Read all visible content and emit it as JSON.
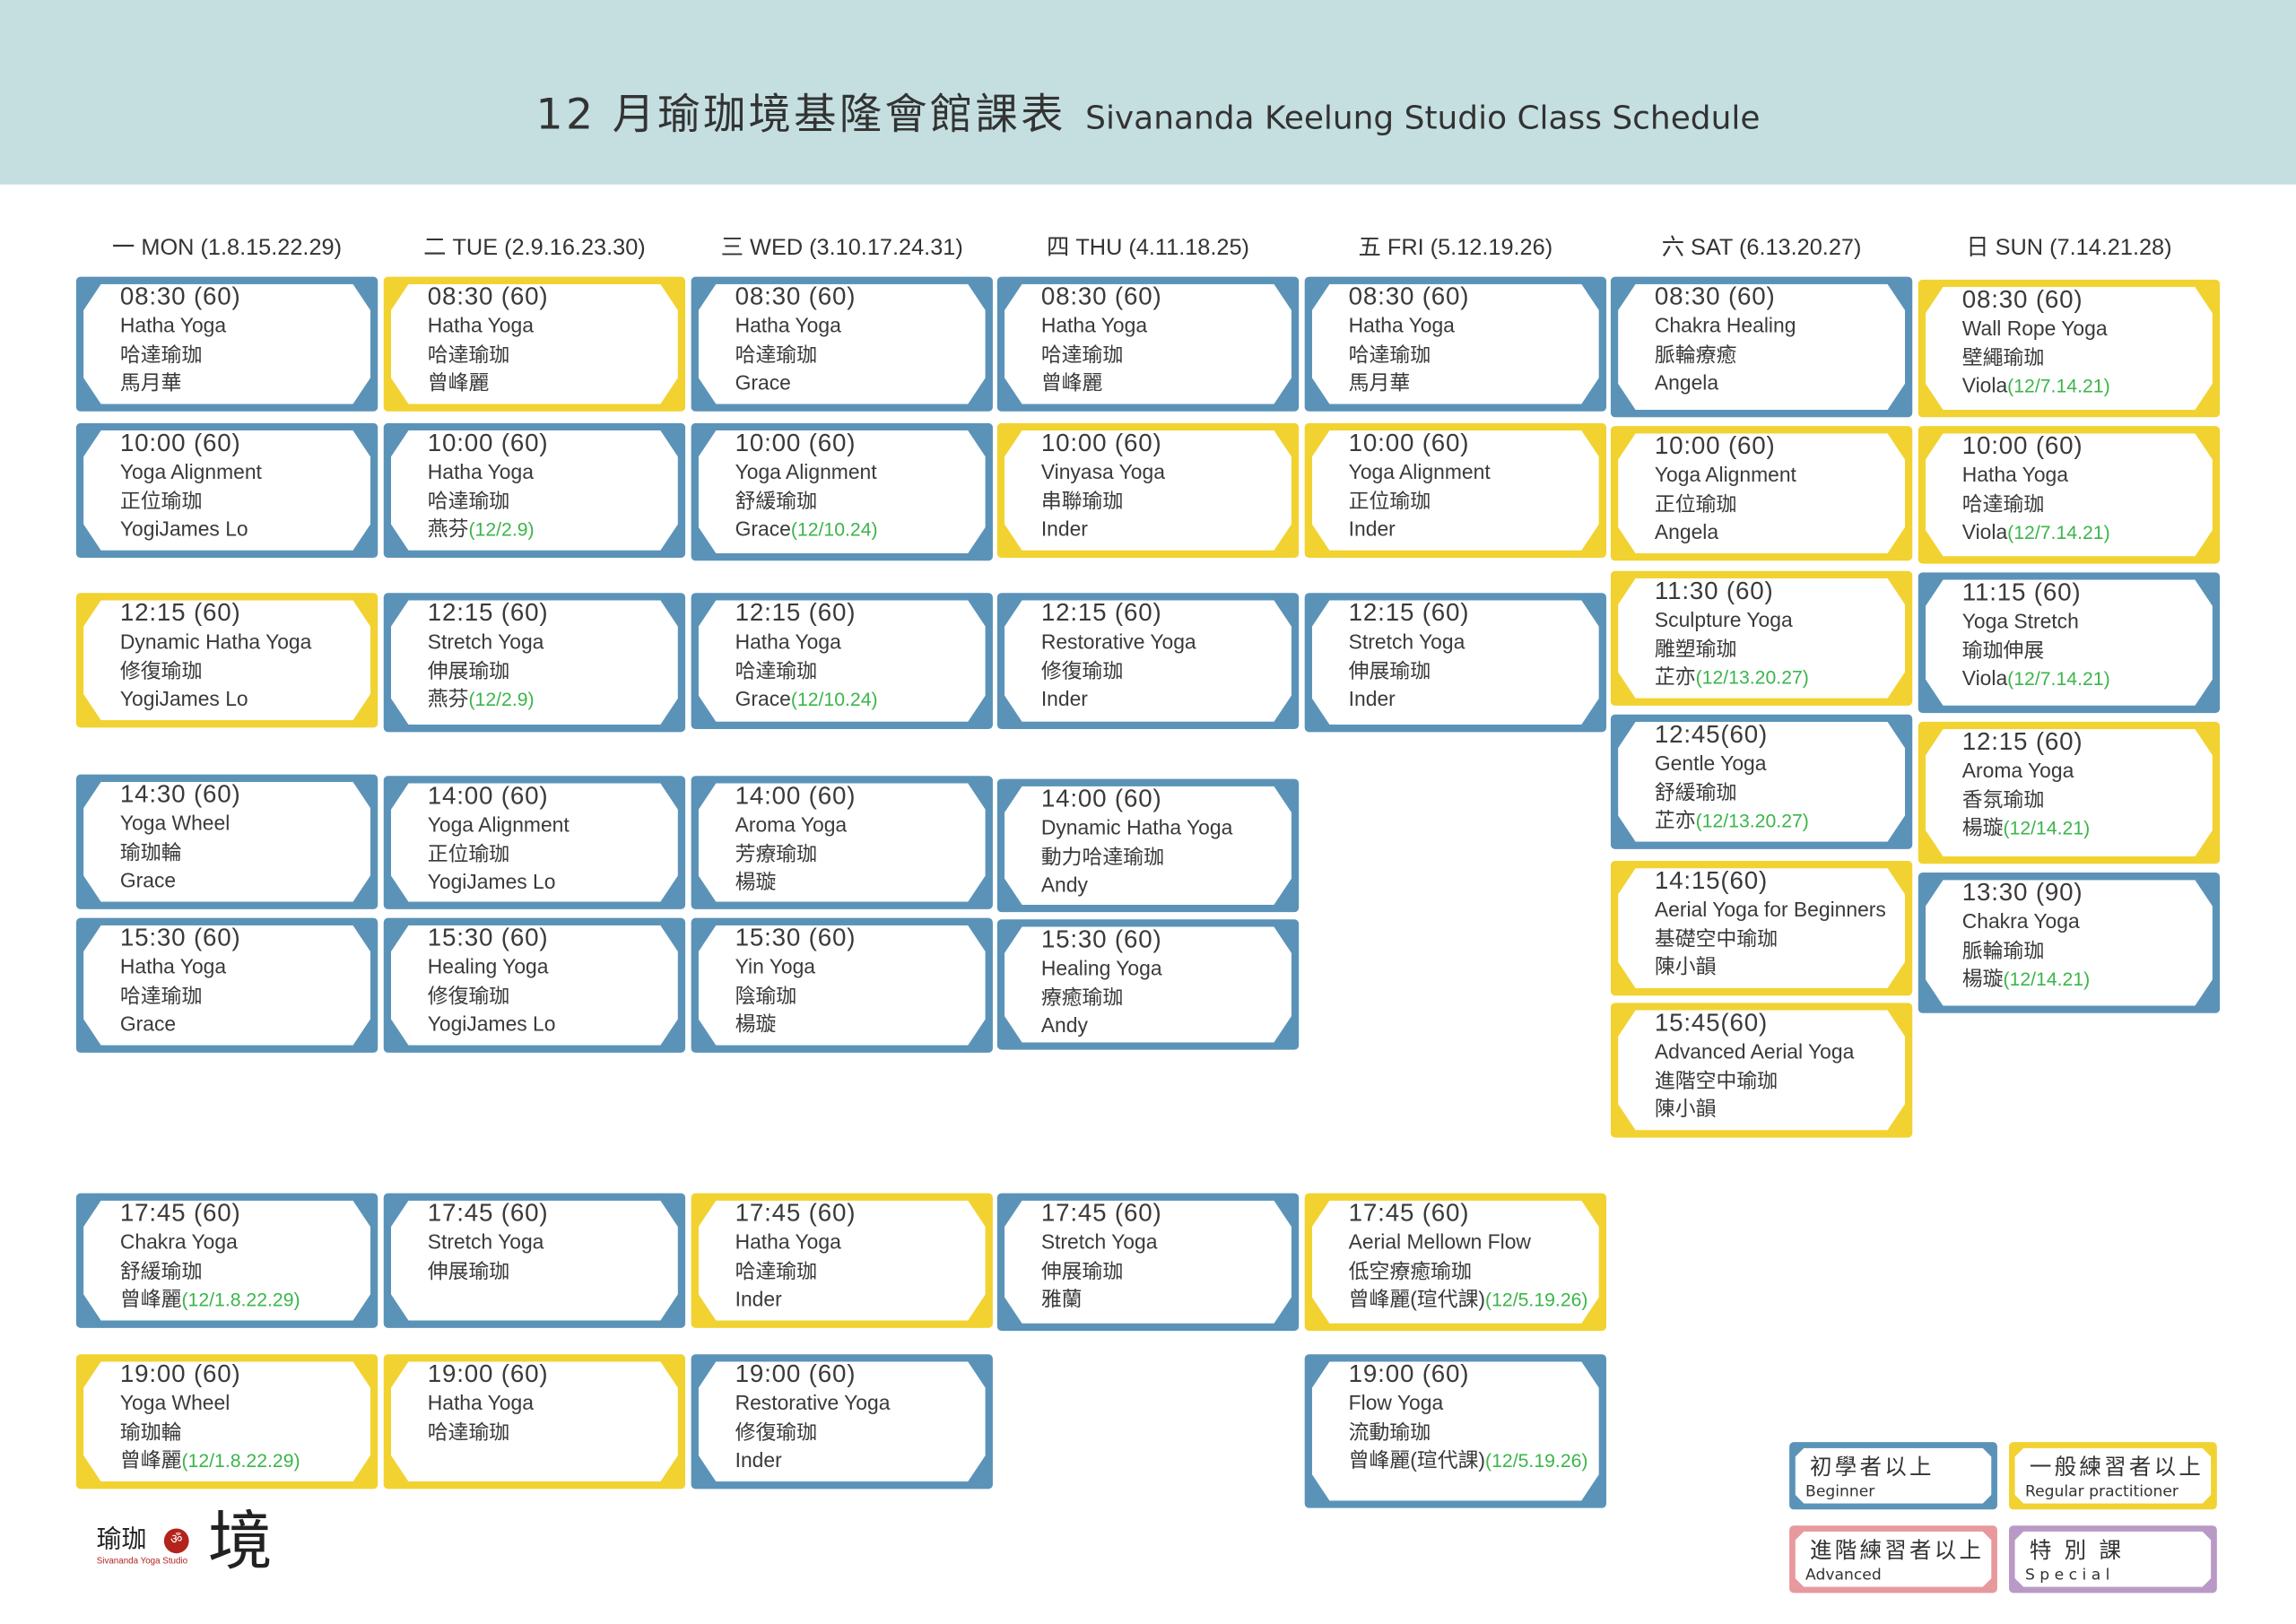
{
  "title": {
    "zh": "12 月瑜珈境基隆會館課表",
    "en": "Sivananda Keelung Studio Class Schedule"
  },
  "colors": {
    "beginner": "#5b93b8",
    "regular": "#f2d230",
    "advanced": "#e8999e",
    "special": "#b99ac6",
    "header_band": "#c5dfe1",
    "note": "#3cb54a"
  },
  "days": [
    {
      "label": "一 MON (1.8.15.22.29)",
      "classes": [
        {
          "level": "beginner",
          "time": "08:30 (60)",
          "en": "Hatha Yoga",
          "zh": "哈達瑜珈",
          "teacher": "馬月華",
          "note": ""
        },
        {
          "level": "beginner",
          "time": "10:00 (60)",
          "en": "Yoga Alignment",
          "zh": "正位瑜珈",
          "teacher": "YogiJames Lo",
          "note": ""
        },
        {
          "level": "regular",
          "time": "12:15 (60)",
          "en": "Dynamic Hatha Yoga",
          "zh": "修復瑜珈",
          "teacher": "YogiJames Lo",
          "note": ""
        },
        {
          "level": "beginner",
          "time": "14:30 (60)",
          "en": "Yoga Wheel",
          "zh": "瑜珈輪",
          "teacher": "Grace",
          "note": ""
        },
        {
          "level": "beginner",
          "time": "15:30 (60)",
          "en": "Hatha Yoga",
          "zh": "哈達瑜珈",
          "teacher": "Grace",
          "note": ""
        },
        {
          "level": "beginner",
          "time": "17:45 (60)",
          "en": "Chakra Yoga",
          "zh": "舒緩瑜珈",
          "teacher": "曾峰麗",
          "note": "(12/1.8.22.29)"
        },
        {
          "level": "regular",
          "time": "19:00 (60)",
          "en": "Yoga Wheel",
          "zh": "瑜珈輪",
          "teacher": "曾峰麗",
          "note": "(12/1.8.22.29)"
        }
      ]
    },
    {
      "label": "二 TUE (2.9.16.23.30)",
      "classes": [
        {
          "level": "regular",
          "time": "08:30 (60)",
          "en": "Hatha Yoga",
          "zh": "哈達瑜珈",
          "teacher": "曾峰麗",
          "note": ""
        },
        {
          "level": "beginner",
          "time": "10:00 (60)",
          "en": "Hatha Yoga",
          "zh": "哈達瑜珈",
          "teacher": "燕芬",
          "note": "(12/2.9)"
        },
        {
          "level": "beginner",
          "time": "12:15 (60)",
          "en": "Stretch  Yoga",
          "zh": "伸展瑜珈",
          "teacher": "燕芬",
          "note": "(12/2.9)"
        },
        {
          "level": "beginner",
          "time": "14:00 (60)",
          "en": "Yoga Alignment",
          "zh": "正位瑜珈",
          "teacher": "YogiJames Lo",
          "note": ""
        },
        {
          "level": "beginner",
          "time": "15:30 (60)",
          "en": "Healing Yoga",
          "zh": "修復瑜珈",
          "teacher": "YogiJames Lo",
          "note": ""
        },
        {
          "level": "beginner",
          "time": "17:45 (60)",
          "en": "Stretch Yoga",
          "zh": "伸展瑜珈",
          "teacher": "",
          "note": ""
        },
        {
          "level": "regular",
          "time": "19:00 (60)",
          "en": "Hatha Yoga",
          "zh": "哈達瑜珈",
          "teacher": "",
          "note": ""
        }
      ]
    },
    {
      "label": "三 WED (3.10.17.24.31)",
      "classes": [
        {
          "level": "beginner",
          "time": "08:30 (60)",
          "en": "Hatha Yoga",
          "zh": "哈達瑜珈",
          "teacher": "Grace",
          "note": ""
        },
        {
          "level": "beginner",
          "time": "10:00 (60)",
          "en": "Yoga Alignment",
          "zh": "舒緩瑜珈",
          "teacher": "Grace",
          "note": "(12/10.24)"
        },
        {
          "level": "beginner",
          "time": "12:15 (60)",
          "en": "Hatha Yoga",
          "zh": "哈達瑜珈",
          "teacher": "Grace",
          "note": "(12/10.24)"
        },
        {
          "level": "beginner",
          "time": "14:00 (60)",
          "en": "Aroma Yoga",
          "zh": "芳療瑜珈",
          "teacher": "楊璇",
          "note": ""
        },
        {
          "level": "beginner",
          "time": "15:30 (60)",
          "en": "Yin Yoga",
          "zh": "陰瑜珈",
          "teacher": "楊璇",
          "note": ""
        },
        {
          "level": "regular",
          "time": "17:45 (60)",
          "en": "Hatha Yoga",
          "zh": "哈達瑜珈",
          "teacher": "Inder",
          "note": ""
        },
        {
          "level": "beginner",
          "time": "19:00 (60)",
          "en": "Restorative Yoga",
          "zh": "修復瑜珈",
          "teacher": "Inder",
          "note": ""
        }
      ]
    },
    {
      "label": "四 THU (4.11.18.25)",
      "classes": [
        {
          "level": "beginner",
          "time": "08:30 (60)",
          "en": "Hatha Yoga",
          "zh": "哈達瑜珈",
          "teacher": "曾峰麗",
          "note": ""
        },
        {
          "level": "regular",
          "time": "10:00 (60)",
          "en": "Vinyasa Yoga",
          "zh": "串聯瑜珈",
          "teacher": "Inder",
          "note": ""
        },
        {
          "level": "beginner",
          "time": "12:15 (60)",
          "en": "Restorative Yoga",
          "zh": "修復瑜珈",
          "teacher": "Inder",
          "note": ""
        },
        {
          "level": "beginner",
          "time": "14:00 (60)",
          "en": "Dynamic Hatha Yoga",
          "zh": "動力哈達瑜珈",
          "teacher": "Andy",
          "note": ""
        },
        {
          "level": "beginner",
          "time": "15:30 (60)",
          "en": "Healing Yoga",
          "zh": "療癒瑜珈",
          "teacher": "Andy",
          "note": ""
        },
        {
          "level": "beginner",
          "time": "17:45 (60)",
          "en": "Stretch Yoga",
          "zh": "伸展瑜珈",
          "teacher": "雅蘭",
          "note": ""
        }
      ]
    },
    {
      "label": "五 FRI (5.12.19.26)",
      "classes": [
        {
          "level": "beginner",
          "time": "08:30 (60)",
          "en": "Hatha Yoga",
          "zh": "哈達瑜珈",
          "teacher": "馬月華",
          "note": ""
        },
        {
          "level": "regular",
          "time": "10:00 (60)",
          "en": "Yoga Alignment",
          "zh": "正位瑜珈",
          "teacher": "Inder",
          "note": ""
        },
        {
          "level": "beginner",
          "time": "12:15 (60)",
          "en": "Stretch Yoga",
          "zh": "伸展瑜珈",
          "teacher": "Inder",
          "note": ""
        },
        {
          "level": "regular",
          "time": "17:45 (60)",
          "en": "Aerial Mellown Flow",
          "zh": "低空療癒瑜珈",
          "teacher": "曾峰麗(瑄代課)",
          "note": "(12/5.19.26)"
        },
        {
          "level": "beginner",
          "time": "19:00 (60)",
          "en": "Flow Yoga",
          "zh": "流動瑜珈",
          "teacher": "曾峰麗(瑄代課)",
          "note": "(12/5.19.26)"
        }
      ]
    },
    {
      "label": "六 SAT (6.13.20.27)",
      "classes": [
        {
          "level": "beginner",
          "time": "08:30 (60)",
          "en": "Chakra Healing",
          "zh": "脈輪療癒",
          "teacher": "Angela",
          "note": ""
        },
        {
          "level": "regular",
          "time": "10:00 (60)",
          "en": "Yoga Alignment",
          "zh": "正位瑜珈",
          "teacher": "Angela",
          "note": ""
        },
        {
          "level": "regular",
          "time": "11:30 (60)",
          "en": "Sculpture Yoga",
          "zh": "雕塑瑜珈",
          "teacher": "芷亦",
          "note": "(12/13.20.27)"
        },
        {
          "level": "beginner",
          "time": "12:45(60)",
          "en": "Gentle Yoga",
          "zh": "舒緩瑜珈",
          "teacher": "芷亦",
          "note": "(12/13.20.27)"
        },
        {
          "level": "regular",
          "time": "14:15(60)",
          "en": "Aerial Yoga for Beginners",
          "zh": "基礎空中瑜珈",
          "teacher": "陳小韻",
          "note": ""
        },
        {
          "level": "regular",
          "time": "15:45(60)",
          "en": "Advanced Aerial Yoga",
          "zh": "進階空中瑜珈",
          "teacher": "陳小韻",
          "note": ""
        }
      ]
    },
    {
      "label": "日 SUN (7.14.21.28)",
      "classes": [
        {
          "level": "regular",
          "time": "08:30 (60)",
          "en": "Wall Rope Yoga",
          "zh": "壁繩瑜珈",
          "teacher": "Viola",
          "note": "(12/7.14.21)"
        },
        {
          "level": "regular",
          "time": "10:00 (60)",
          "en": "Hatha Yoga",
          "zh": "哈達瑜珈",
          "teacher": "Viola",
          "note": "(12/7.14.21)"
        },
        {
          "level": "beginner",
          "time": "11:15 (60)",
          "en": "Yoga Stretch",
          "zh": "瑜珈伸展",
          "teacher": "Viola",
          "note": "(12/7.14.21)"
        },
        {
          "level": "regular",
          "time": "12:15 (60)",
          "en": "Aroma Yoga",
          "zh": "香氛瑜珈",
          "teacher": "楊璇",
          "note": "(12/14.21)"
        },
        {
          "level": "beginner",
          "time": "13:30 (90)",
          "en": "Chakra Yoga",
          "zh": "脈輪瑜珈",
          "teacher": "楊璇",
          "note": "(12/14.21)"
        }
      ]
    }
  ],
  "legend": [
    {
      "level": "beginner",
      "zh": "初學者以上",
      "en": "Beginner"
    },
    {
      "level": "regular",
      "zh": "一般練習者以上",
      "en": "Regular practitioner"
    },
    {
      "level": "advanced",
      "zh": "進階練習者以上",
      "en": "Advanced"
    },
    {
      "level": "special",
      "zh": "特 別 課",
      "en": "S p e c i a l"
    }
  ],
  "logo": {
    "zh": "瑜珈",
    "mark": "境",
    "sub": "Sivananda Yoga Studio"
  }
}
